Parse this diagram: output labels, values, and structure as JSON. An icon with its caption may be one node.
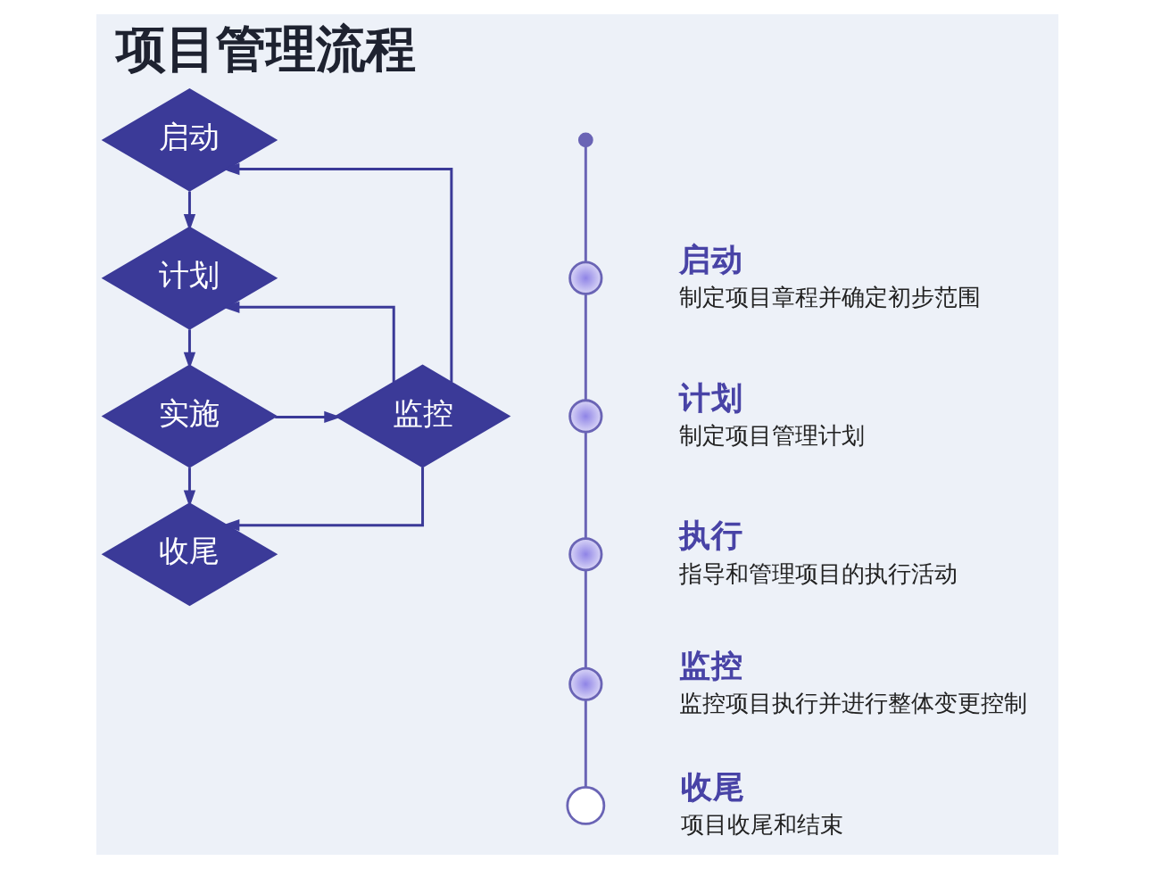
{
  "diagram": {
    "title": "项目管理流程",
    "nodes": [
      {
        "text": [
          "启动"
        ]
      },
      {
        "text": [
          "计划"
        ]
      },
      {
        "text": [
          "实施"
        ]
      },
      {
        "text": [
          "收尾"
        ]
      },
      {
        "text": [
          "监控"
        ]
      },
      {
        "text": [],
        "shape": "circle"
      },
      {
        "text": [],
        "shape": "circle",
        "beside": [
          "启动",
          "制定项目章程并确定初步范围"
        ]
      },
      {
        "text": [],
        "shape": "circle",
        "beside": [
          "计划",
          "制定项目管理计划"
        ]
      },
      {
        "text": [],
        "shape": "circle",
        "beside": [
          "执行",
          "指导和管理项目的执行活动"
        ]
      },
      {
        "text": [],
        "shape": "circle",
        "beside": [
          "监控",
          "监控项目执行并进行整体变更控制"
        ]
      },
      {
        "text": [],
        "shape": "circle",
        "beside": [
          "收尾",
          "项目收尾和结束"
        ]
      }
    ],
    "edges": [
      {
        "from": 0,
        "to": 1,
        "arrow": "to"
      },
      {
        "from": 1,
        "to": 2,
        "arrow": "to"
      },
      {
        "from": 2,
        "to": 3,
        "arrow": "to"
      },
      {
        "from": 2,
        "to": 4,
        "arrow": "to"
      },
      {
        "from": 4,
        "to": 0,
        "arrow": "to"
      },
      {
        "from": 4,
        "to": 1,
        "arrow": "to"
      },
      {
        "from": 4,
        "to": 3,
        "arrow": "to"
      },
      {
        "from": 5,
        "to": 6,
        "arrow": "none",
        "color": "#6a64b5"
      },
      {
        "from": 6,
        "to": 7,
        "arrow": "none",
        "color": "#6a64b5"
      },
      {
        "from": 7,
        "to": 8,
        "arrow": "none",
        "color": "#6a64b5"
      },
      {
        "from": 8,
        "to": 9,
        "arrow": "none",
        "color": "#6a64b5"
      },
      {
        "from": 9,
        "to": 10,
        "arrow": "none",
        "color": "#6a64b5"
      }
    ]
  }
}
